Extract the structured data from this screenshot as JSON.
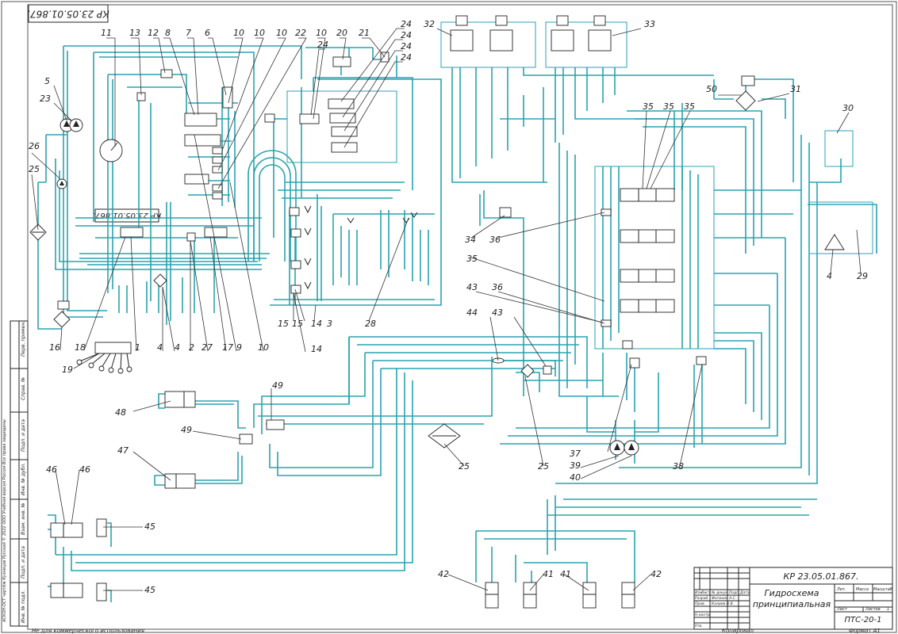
{
  "sheet": {
    "doc_code_top": "КР 23.05.01.867.",
    "bottom_note": "Не для коммерческого использования",
    "copied_label": "Копировал",
    "format_label": "Формат А1",
    "side_note": "АСКОН-ОСТ чертёж Кузнецов Русский © 2022 ООО Учебная версия Россия Все права защищены"
  },
  "side_stamp": [
    "Перв. примен.",
    "Справ. №",
    "Подп. и дата",
    "Инв. № дубл.",
    "Взам. инв. №",
    "Подп. и дата",
    "Инв. № подл."
  ],
  "title_block": {
    "code": "КР 23.05.01.867.",
    "title_line1": "Гидросхема",
    "title_line2": "принципиальная",
    "org": "ПТС-20-1",
    "col_lit": "Лит.",
    "col_mass": "Масса",
    "col_scale": "Масштаб",
    "col_sheet": "Лист",
    "col_sheets": "Листов",
    "sheets_value": "1",
    "row_headers": [
      "Изм.",
      "Лист",
      "№ докум.",
      "Подп.",
      "Дата"
    ],
    "roles": [
      {
        "role": "Разраб.",
        "name": "Фатихин А.С."
      },
      {
        "role": "Пров.",
        "name": "Калиев О.В."
      },
      {
        "role": "Т.контр.",
        "name": ""
      },
      {
        "role": "Н.контр.",
        "name": ""
      },
      {
        "role": "Утв.",
        "name": ""
      }
    ]
  },
  "callouts": {
    "c1": "1",
    "c2": "2",
    "c3": "3",
    "c4a": "4",
    "c4b": "4",
    "c4c": "4",
    "c5": "5",
    "c6": "6",
    "c7": "7",
    "c8": "8",
    "c9": "9",
    "c10a": "10",
    "c10b": "10",
    "c10c": "10",
    "c10d": "10",
    "c11": "11",
    "c12": "12",
    "c13": "13",
    "c14a": "14",
    "c14b": "14",
    "c15a": "15",
    "c15b": "15",
    "c16": "16",
    "c17": "17",
    "c18": "18",
    "c19": "19",
    "c20": "20",
    "c21": "21",
    "c22": "22",
    "c23": "23",
    "c24a": "24",
    "c24b": "24",
    "c24c": "24",
    "c24d": "24",
    "c24e": "24",
    "c25a": "25",
    "c25b": "25",
    "c25c": "25",
    "c26": "26",
    "c27": "27",
    "c28": "28",
    "c29": "29",
    "c30": "30",
    "c31": "31",
    "c32": "32",
    "c33": "33",
    "c34": "34",
    "c35a": "35",
    "c35b": "35",
    "c35c": "35",
    "c35d": "35",
    "c36a": "36",
    "c36b": "36",
    "c37": "37",
    "c38": "38",
    "c39": "39",
    "c40": "40",
    "c41a": "41",
    "c41b": "41",
    "c42a": "42",
    "c42b": "42",
    "c43a": "43",
    "c43b": "43",
    "c44": "44",
    "c45a": "45",
    "c45b": "45",
    "c46a": "46",
    "c46b": "46",
    "c47": "47",
    "c48": "48",
    "c49a": "49",
    "c49b": "49",
    "c50": "50"
  }
}
